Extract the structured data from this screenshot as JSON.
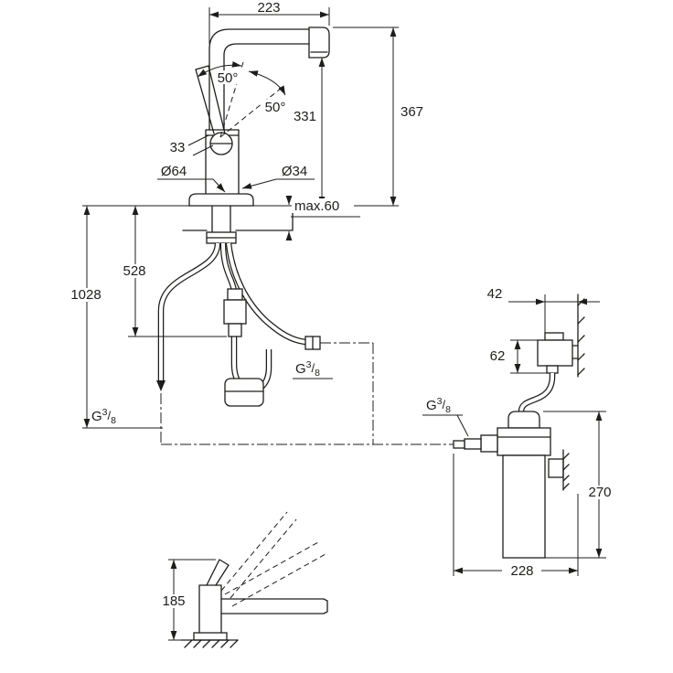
{
  "drawing": {
    "ink_color": "#1d1d1b",
    "background_color": "#ffffff",
    "faucet_view": {
      "dim_spout_reach": "223",
      "dim_total_height": "367",
      "dim_spout_height": "331",
      "angle_lever_left": "50°",
      "angle_lever_right": "50°",
      "dim_lever": "33",
      "dim_base_diameter": "Ø64",
      "dim_body_diameter": "Ø34",
      "dim_deck_thickness": "max.60",
      "dim_hose_short": "528",
      "dim_hose_long": "1028"
    },
    "thread": {
      "prefix": "G",
      "numerator": "3",
      "slash": "/",
      "denominator": "8"
    },
    "filter_view": {
      "dim_bracket_offset": "42",
      "dim_head_height": "62",
      "dim_cartridge_height": "270",
      "dim_wall_distance": "228"
    },
    "side_view": {
      "dim_body_height": "185"
    }
  }
}
